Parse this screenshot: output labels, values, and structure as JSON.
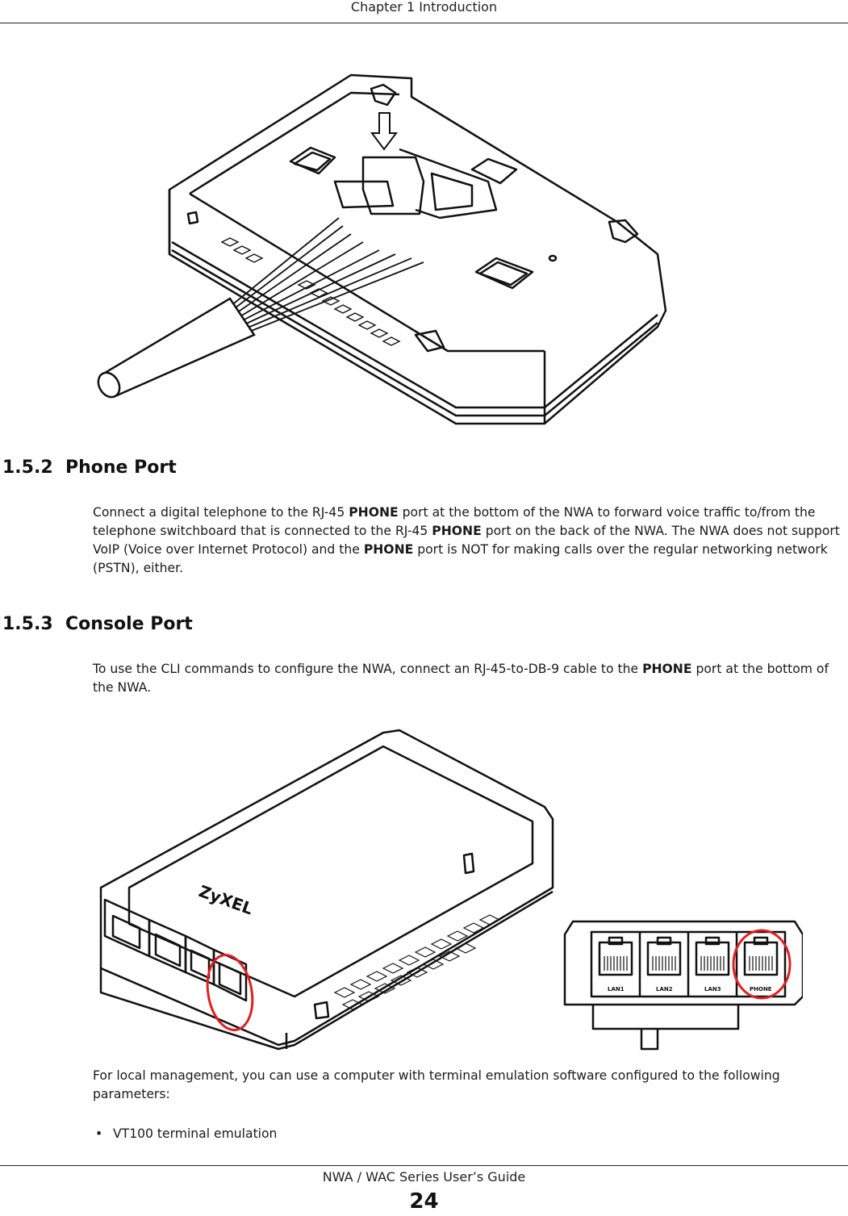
{
  "header": {
    "chapter": "Chapter 1 Introduction"
  },
  "section_phone": {
    "number": "1.5.2",
    "title": "Phone Port",
    "p1_a": "Connect a digital telephone to the RJ-45 ",
    "p1_bold1": "PHONE",
    "p1_b": " port at the bottom of the NWA to forward voice traffic to/from the telephone switchboard that is connected to the RJ-45 ",
    "p1_bold2": "PHONE",
    "p1_c": " port on the back of the NWA. The NWA does not support VoIP (Voice over Internet Protocol) and the ",
    "p1_bold3": "PHONE",
    "p1_d": " port is NOT for making calls over the regular networking network (PSTN), either."
  },
  "section_console": {
    "number": "1.5.3",
    "title": "Console Port",
    "p1_a": "To use the CLI commands to configure the NWA, connect an RJ-45-to-DB-9 cable to the ",
    "p1_bold": "PHONE",
    "p1_b": " port at the bottom of the NWA.",
    "p2": "For local management, you can use a computer with terminal emulation software configured to the following parameters:",
    "bullet1": "VT100 terminal emulation"
  },
  "figure_ports": {
    "brand": "ZyXEL",
    "port_labels": [
      "LAN1",
      "LAN2",
      "LAN3",
      "PHONE"
    ]
  },
  "footer": {
    "guide_title": "NWA / WAC Series User’s Guide",
    "page_number": "24"
  }
}
